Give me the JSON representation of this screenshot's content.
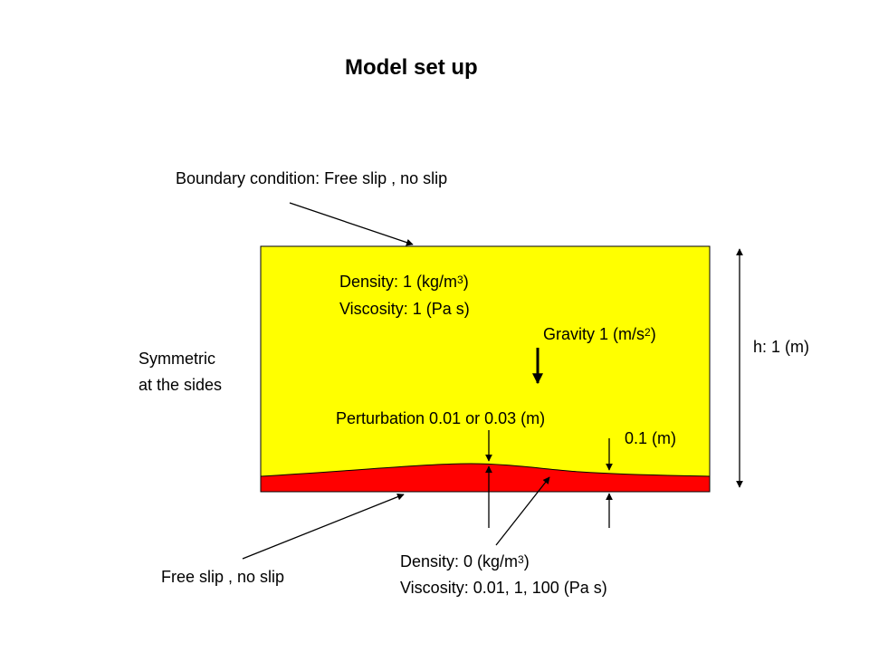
{
  "title": "Model set up",
  "top_boundary": "Boundary condition: Free slip , no slip",
  "sides": {
    "line1": "Symmetric",
    "line2": "at the sides"
  },
  "upper_layer": {
    "density_prefix": "Density: 1 (kg/m",
    "density_sup": "3",
    "density_suffix": ")",
    "viscosity": "Viscosity: 1 (Pa s)",
    "color": "#ffff00"
  },
  "gravity": {
    "prefix": "Gravity 1 (m/s",
    "sup": "2",
    "suffix": ")"
  },
  "height": "h: 1 (m)",
  "perturbation": "Perturbation 0.01 or 0.03 (m)",
  "layer_thickness": "0.1 (m)",
  "bottom_boundary": "Free slip , no slip",
  "lower_layer": {
    "density_prefix": "Density: 0 (kg/m",
    "density_sup": "3",
    "density_suffix": ")",
    "viscosity": "Viscosity: 0.01, 1, 100 (Pa s)",
    "color": "#ff0000"
  }
}
